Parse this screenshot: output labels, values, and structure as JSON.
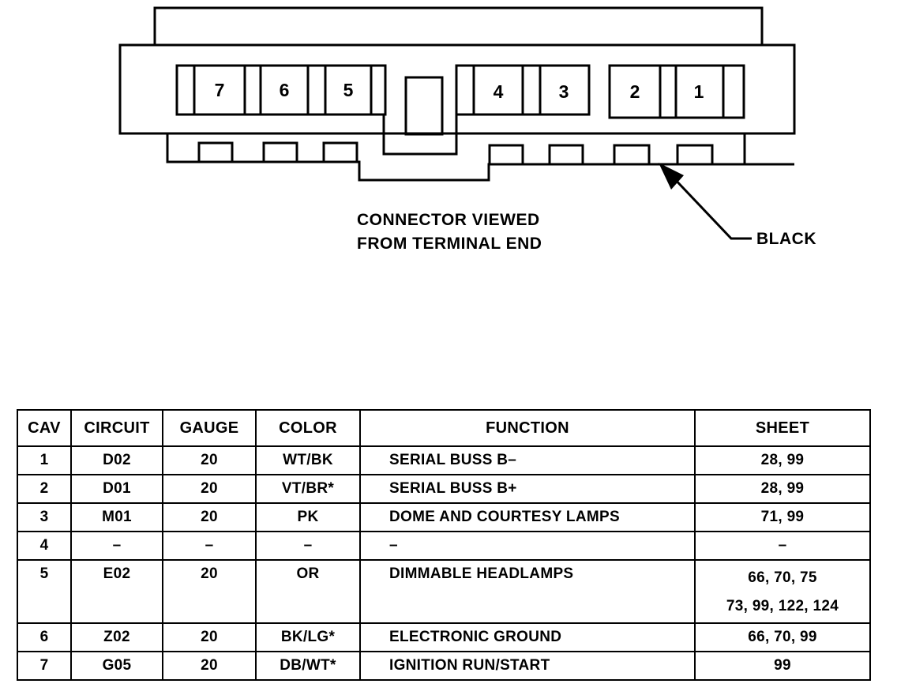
{
  "diagram": {
    "caption_line1": "CONNECTOR VIEWED",
    "caption_line2": "FROM TERMINAL END",
    "callout": "BLACK",
    "cavity_labels": [
      "7",
      "6",
      "5",
      "4",
      "3",
      "2",
      "1"
    ]
  },
  "table": {
    "headers": {
      "cav": "CAV",
      "circuit": "CIRCUIT",
      "gauge": "GAUGE",
      "color": "COLOR",
      "function": "FUNCTION",
      "sheet": "SHEET"
    },
    "rows": [
      {
        "cav": "1",
        "circuit": "D02",
        "gauge": "20",
        "color": "WT/BK",
        "function": "SERIAL BUSS B–",
        "sheet": [
          "28, 99"
        ]
      },
      {
        "cav": "2",
        "circuit": "D01",
        "gauge": "20",
        "color": "VT/BR*",
        "function": "SERIAL BUSS B+",
        "sheet": [
          "28, 99"
        ]
      },
      {
        "cav": "3",
        "circuit": "M01",
        "gauge": "20",
        "color": "PK",
        "function": "DOME AND COURTESY LAMPS",
        "sheet": [
          "71, 99"
        ]
      },
      {
        "cav": "4",
        "circuit": "–",
        "gauge": "–",
        "color": "–",
        "function": "–",
        "sheet": [
          "–"
        ]
      },
      {
        "cav": "5",
        "circuit": "E02",
        "gauge": "20",
        "color": "OR",
        "function": "DIMMABLE HEADLAMPS",
        "sheet": [
          "66, 70, 75",
          "73, 99, 122, 124"
        ]
      },
      {
        "cav": "6",
        "circuit": "Z02",
        "gauge": "20",
        "color": "BK/LG*",
        "function": "ELECTRONIC GROUND",
        "sheet": [
          "66, 70, 99"
        ]
      },
      {
        "cav": "7",
        "circuit": "G05",
        "gauge": "20",
        "color": "DB/WT*",
        "function": "IGNITION RUN/START",
        "sheet": [
          "99"
        ]
      }
    ]
  }
}
